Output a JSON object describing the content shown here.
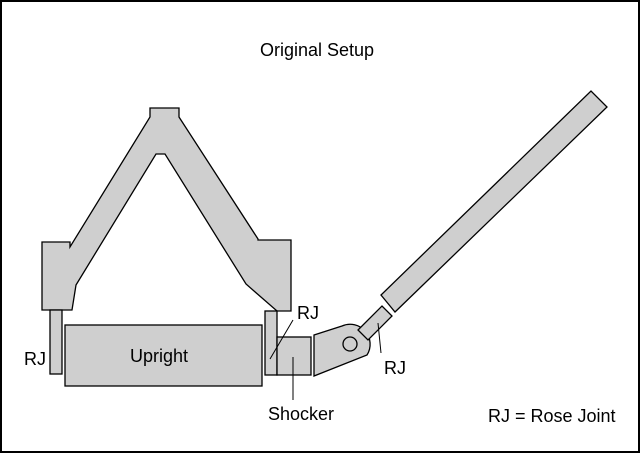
{
  "title": "Original Setup",
  "labels": {
    "upright": "Upright",
    "rj_left": "RJ",
    "rj_top": "RJ",
    "rj_right": "RJ",
    "shocker": "Shocker",
    "legend": "RJ = Rose Joint"
  },
  "colors": {
    "part_fill": "#cfcfcf",
    "outline": "#000000",
    "background": "#ffffff"
  }
}
